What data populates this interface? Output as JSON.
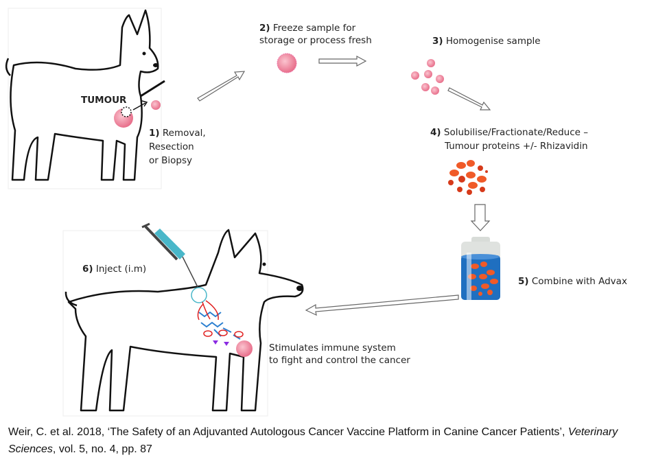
{
  "steps": {
    "tumour_label": "TUMOUR",
    "step1": {
      "num": "1)",
      "lines": [
        "Removal,",
        "Resection",
        "or Biopsy"
      ]
    },
    "step2": {
      "num": "2)",
      "lines": [
        "Freeze sample for",
        "storage or process fresh"
      ]
    },
    "step3": {
      "num": "3)",
      "text": "Homogenise sample"
    },
    "step4": {
      "num": "4)",
      "lines": [
        "Solubilise/Fractionate/Reduce –",
        "Tumour proteins  +/- Rhizavidin"
      ]
    },
    "step5": {
      "num": "5)",
      "text": "Combine with Advax"
    },
    "step6": {
      "num": "6)",
      "text": "Inject (i.m)"
    },
    "outcome": {
      "lines": [
        "Stimulates immune system",
        "to fight and control the cancer"
      ]
    }
  },
  "citation": {
    "main": "Weir, C. et al. 2018, ‘The Safety of an Adjuvanted Autologous Cancer Vaccine Platform in Canine Cancer Patients’, ",
    "journal": "Veterinary Sciences",
    "rest": ", vol. 5, no. 4, pp. 87"
  },
  "colors": {
    "tumour": "#f08aa0",
    "protein": "#f05a28",
    "vial_liquid": "#1f6fc0",
    "syringe": "#49b7c9"
  }
}
